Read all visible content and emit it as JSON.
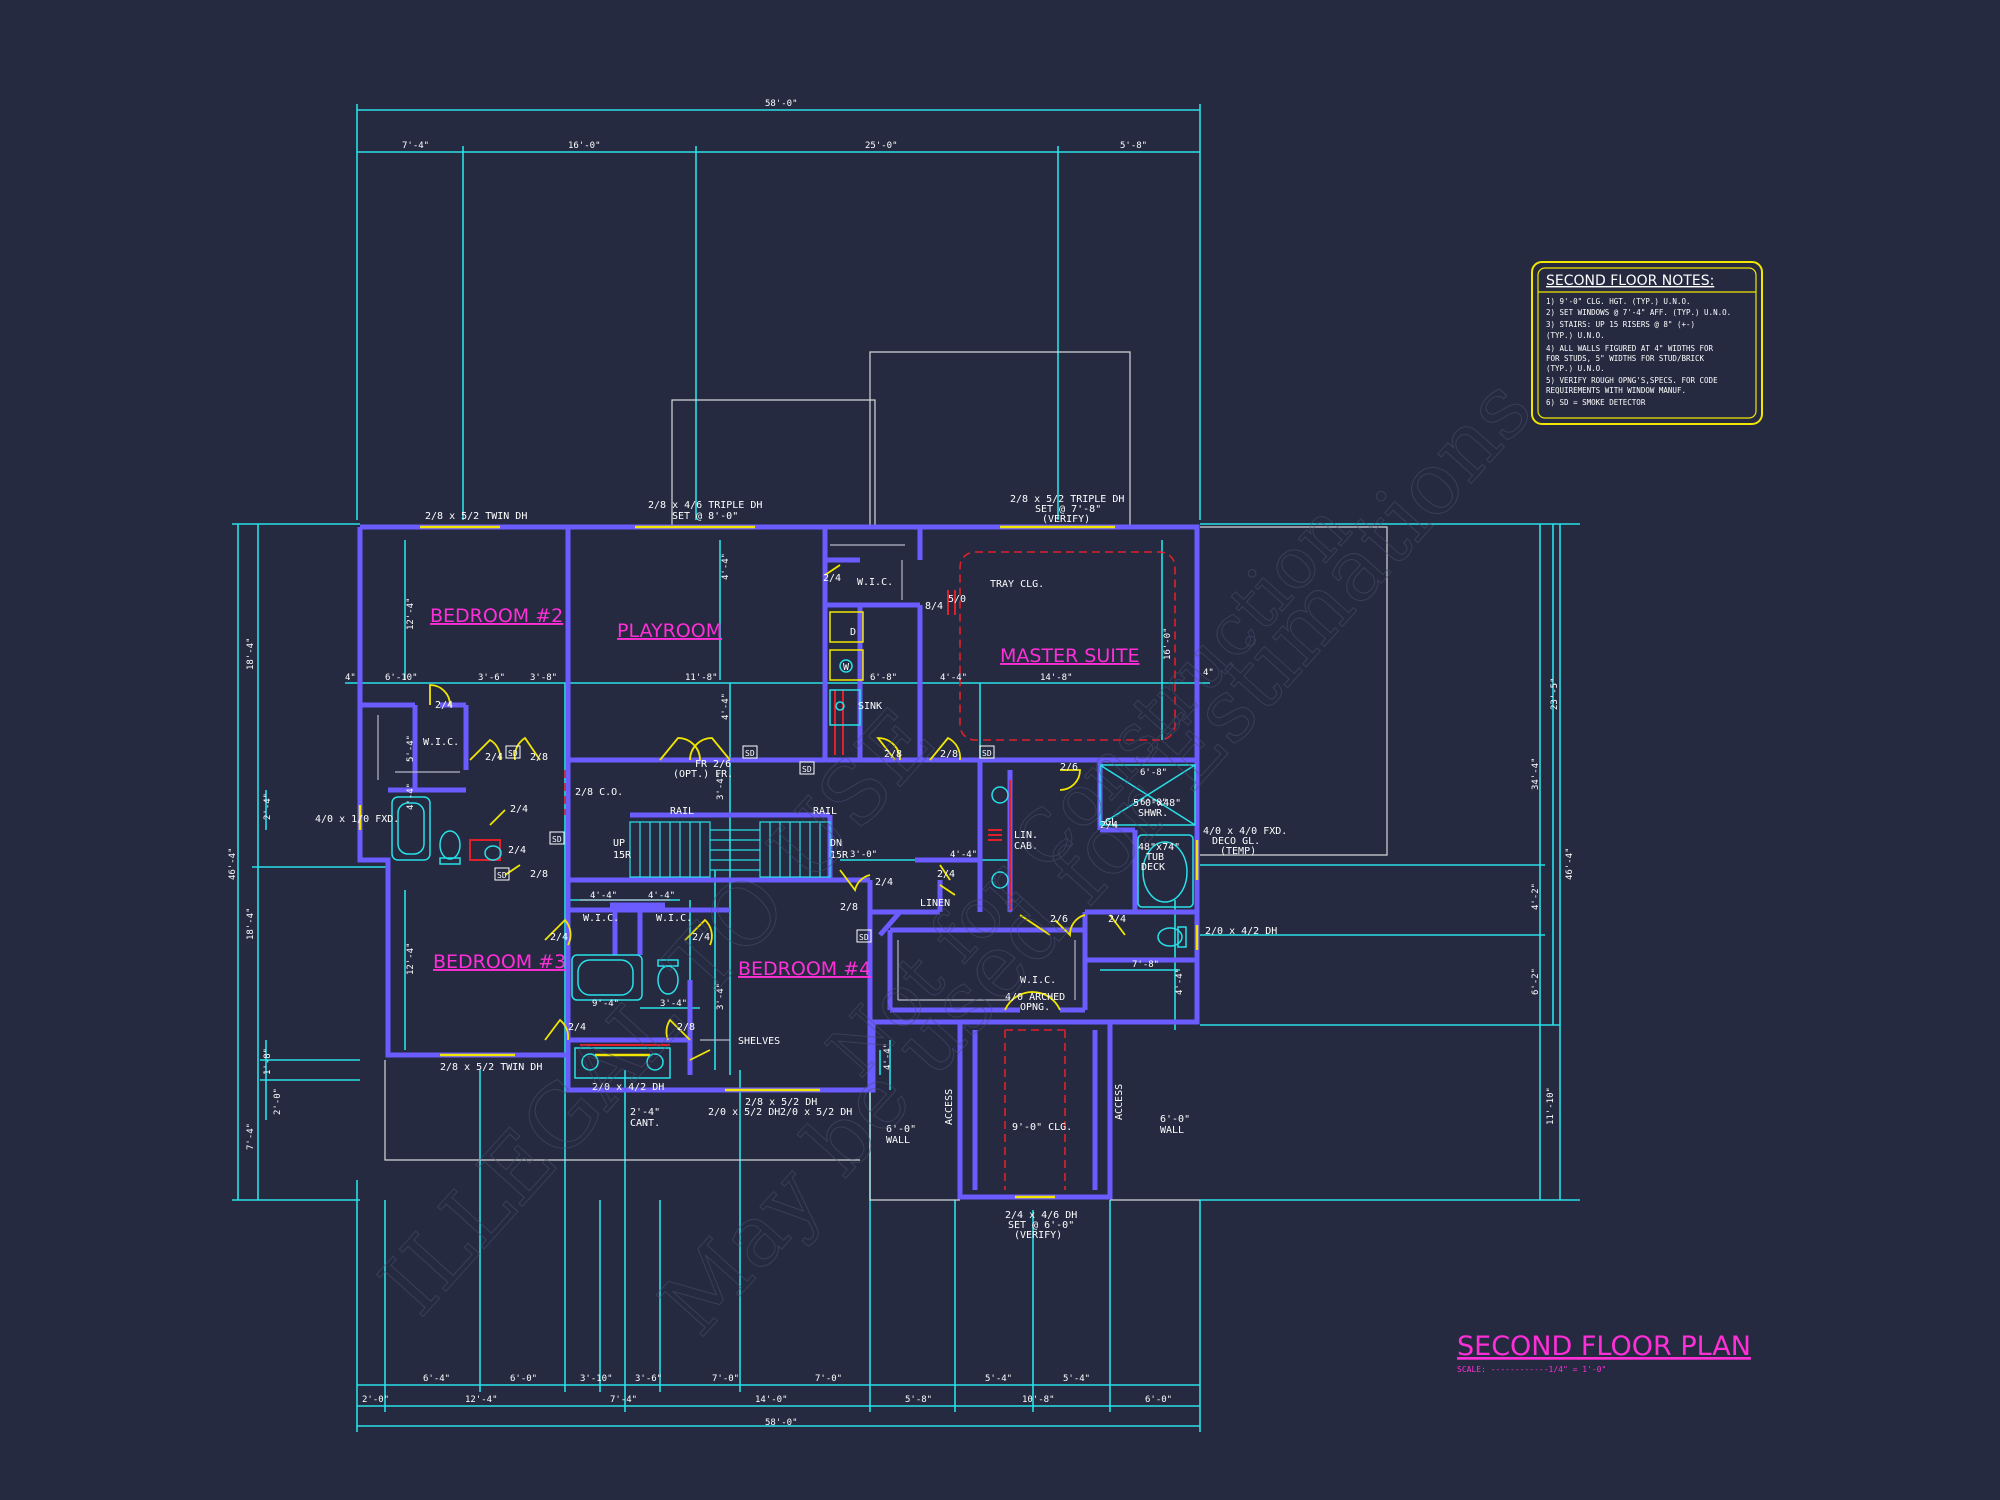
{
  "colors": {
    "background": "#252a40",
    "wall": "#6a5cff",
    "dimension": "#28e0e8",
    "room_label": "#ff2fd8",
    "door": "#f2e600",
    "notes_border": "#f2e600",
    "outline": "#d8d8d8",
    "hidden": "#e0202a"
  },
  "plan": {
    "title": "SECOND FLOOR PLAN",
    "scale": "SCALE: ------------1/4\" = 1'-0\""
  },
  "notes": {
    "title": "SECOND FLOOR NOTES:",
    "items": [
      "1) 9'-0\" CLG. HGT. (TYP.) U.N.O.",
      "2) SET WINDOWS @ 7'-4\" AFF. (TYP.) U.N.O.",
      "3) STAIRS: UP 15 RISERS @ 8\" (+-)",
      "   (TYP.) U.N.O.",
      "4) ALL WALLS FIGURED AT 4\" WIDTHS FOR",
      "   FOR STUDS, 5\" WIDTHS FOR STUD/BRICK",
      "   (TYP.) U.N.O.",
      "5) VERIFY ROUGH OPNG'S,SPECS. FOR CODE",
      "   REQUIREMENTS WITH WINDOW MANUF.",
      "6) SD = SMOKE DETECTOR"
    ]
  },
  "rooms": {
    "bedroom2": "BEDROOM #2",
    "playroom": "PLAYROOM",
    "master": "MASTER SUITE",
    "bedroom3": "BEDROOM #3",
    "bedroom4": "BEDROOM #4"
  },
  "labels": {
    "wic1": "W.I.C.",
    "wic2": "W.I.C.",
    "wic3": "W.I.C.",
    "wic4": "W.I.C.",
    "wic5": "W.I.C.",
    "tray": "TRAY CLG.",
    "sink": "SINK",
    "d": "D",
    "w": "W",
    "rail1": "RAIL",
    "rail2": "RAIL",
    "co": "2/8 C.O.",
    "fr1": "FR 2/6",
    "fr2": "(OPT.) FR.",
    "up": "UP",
    "up15": "15R",
    "dn": "DN",
    "dn15": "15R",
    "lin": "LIN.",
    "cab": "CAB.",
    "linen": "LINEN",
    "shelves": "SHELVES",
    "shwr1": "5'0\"x48\"",
    "shwr2": "SHWR.",
    "gl": "GL",
    "tub1": "48\"x74\"",
    "tub2": "TUB",
    "tub3": "DECK",
    "arch1": "4/0 ARCHED",
    "arch2": "OPNG.",
    "clg9": "9'-0\" CLG.",
    "access1": "ACCESS",
    "access2": "ACCESS",
    "wall1a": "6'-0\"",
    "wall1b": "WALL",
    "wall2a": "6'-0\"",
    "wall2b": "WALL",
    "cant1": "2'-4\"",
    "cant2": "CANT.",
    "win_twin_top": "2/8 x 5/2 TWIN DH",
    "win_triple1a": "2/8 x 4/6 TRIPLE DH",
    "win_triple1b": "SET @ 8'-0\"",
    "win_triple2a": "2/8 x 5/2 TRIPLE DH",
    "win_triple2b": "SET @ 7'-8\"",
    "win_triple2c": "(VERIFY)",
    "win_fxd": "4/0 x 1/0 FXD.",
    "win_deco1": "4/0 x 4/0 FXD.",
    "win_deco2": "DECO GL.",
    "win_deco3": "(TEMP)",
    "win_dh_right": "2/0 x 4/2 DH",
    "win_twin_bot": "2/8 x 5/2 TWIN DH",
    "win_dh_bath": "2/0 x 4/2 DH",
    "win_dh_b4": "2/8 x 5/2 DH",
    "win_dh_b4a": "2/0 x 5/2 DH",
    "win_dh_b4b": "2/0 x 5/2 DH",
    "win_bot1": "2/4 x 4/6 DH",
    "win_bot2": "SET @ 6'-0\"",
    "win_bot3": "(VERIFY)",
    "d1": "2/4",
    "d2": "2/4",
    "d3": "2/8",
    "d4": "2/4",
    "d5": "2/8",
    "d6": "2/4",
    "d7": "2/4",
    "d8": "2/4",
    "d9": "2/8",
    "d10": "2/8",
    "d11": "2/8",
    "d12": "2/6",
    "d13": "2/6",
    "d14": "2/4",
    "d15": "2/4",
    "d16": "2/4",
    "d17": "2/4",
    "d18": "2/4",
    "d19": "8/4",
    "d20": "2/8",
    "d21": "2/4",
    "d22": "5/0",
    "sd1": "SD",
    "sd2": "SD",
    "sd3": "SD",
    "sd4": "SD",
    "sd5": "SD",
    "sd6": "SD",
    "sd7": "SD",
    "sd8": "SD"
  },
  "dimensions": {
    "top_overall": "58'-0\"",
    "top_1": "7'-4\"",
    "top_2": "16'-0\"",
    "top_3": "25'-0\"",
    "top_4": "5'-8\"",
    "bot_overall": "58'-0\"",
    "bot_a1": "6'-4\"",
    "bot_a2": "6'-0\"",
    "bot_a3": "3'-10\"",
    "bot_a4": "3'-6\"",
    "bot_a5": "7'-0\"",
    "bot_a6": "7'-0\"",
    "bot_a7": "5'-4\"",
    "bot_a8": "5'-4\"",
    "bot_b1": "2'-0\"",
    "bot_b2": "12'-4\"",
    "bot_b3": "7'-4\"",
    "bot_b4": "14'-0\"",
    "bot_b5": "5'-8\"",
    "bot_b6": "10'-8\"",
    "bot_b7": "6'-0\"",
    "left_overall": "46'-4\"",
    "left_1": "18'-4\"",
    "left_2": "18'-4\"",
    "left_3": "2'-4\"",
    "left_4": "7'-4\"",
    "left_5": "1'-8\"",
    "left_6": "2'-0\"",
    "right_overall": "46'-4\"",
    "right_1": "23'-5\"",
    "right_2": "34'-4\"",
    "right_3": "4'-2\"",
    "right_4": "6'-2\"",
    "right_5": "11'-10\"",
    "int_1": "6'-10\"",
    "int_2": "3'-6\"",
    "int_3": "3'-8\"",
    "int_4": "11'-8\"",
    "int_5": "6'-8\"",
    "int_6": "4'-4\"",
    "int_7": "14'-8\"",
    "int_8": "12'-4\"",
    "int_9": "5'-4\"",
    "int_10": "16'-0\"",
    "int_11": "4'-4\"",
    "int_12": "4'-4\"",
    "int_13": "3'-4\"",
    "int_14": "9'-4\"",
    "int_15": "3'-0\"",
    "int_16": "4'-4\"",
    "int_17": "7'-8\"",
    "int_18": "6'-8\"",
    "int_19": "6'-8\"",
    "int_20": "12'-4\"",
    "int_21": "4\"",
    "int_22": "4\""
  }
}
